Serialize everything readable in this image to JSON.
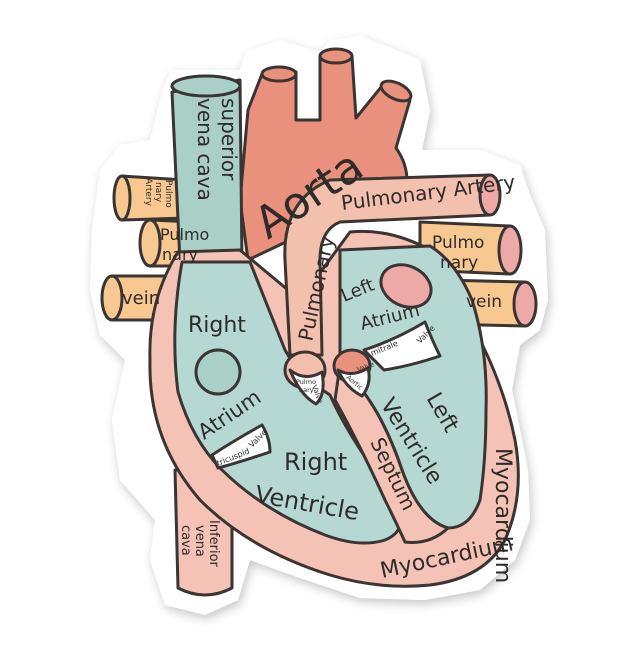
{
  "colors": {
    "aorta": "#e9917c",
    "pulmonary_artery": "#f2c0ad",
    "vena_cava": "#a9cfc7",
    "chamber": "#b6d8d3",
    "vein": "#f8c891",
    "myocardium": "#f5c3b5",
    "outline": "#3a3432",
    "sticker": "#ffffff"
  },
  "labels": {
    "aorta": "Aorta",
    "superior_vena_cava_1": "superior",
    "superior_vena_cava_2": "vena cava",
    "pulmonary_artery_left_1": "Pulmo",
    "pulmonary_artery_left_2": "nary",
    "pulmonary_artery_left_3": "Artery",
    "pulmonary_vein_left_1": "Pulmo",
    "pulmonary_vein_left_2": "nary",
    "vein_left": "vein",
    "pulmonary_artery_main": "Pulmonary Artery",
    "pulmonary_artery_vertical": "Pulmonary",
    "pulmonary_vein_right_1": "Pulmo",
    "pulmonary_vein_right_2": "nary",
    "vein_right": "vein",
    "right_atrium_1": "Right",
    "right_atrium_2": "Atrium",
    "left_atrium_1": "Left",
    "left_atrium_2": "Atrium",
    "mitral_valve_1": "mitrale",
    "mitral_valve_2": "Valve",
    "pulmonary_valve_1": "Pulmo",
    "pulmonary_valve_2": "nary",
    "pulmonary_valve_3": "Valve",
    "aortic_valve_1": "Aortic",
    "aortic_valve_2": "Valve",
    "tricuspid_valve_1": "tricuspid",
    "tricuspid_valve_2": "Valve",
    "left_ventricle_1": "Left",
    "left_ventricle_2": "Ventricle",
    "septum": "Septum",
    "right_ventricle_1": "Right",
    "right_ventricle_2": "Ventricle",
    "myocardium": "Myocardium",
    "myocardium_bottom": "Myocardium",
    "inferior_vena_cava_1": "Inferior",
    "inferior_vena_cava_2": "vena",
    "inferior_vena_cava_3": "cava"
  }
}
